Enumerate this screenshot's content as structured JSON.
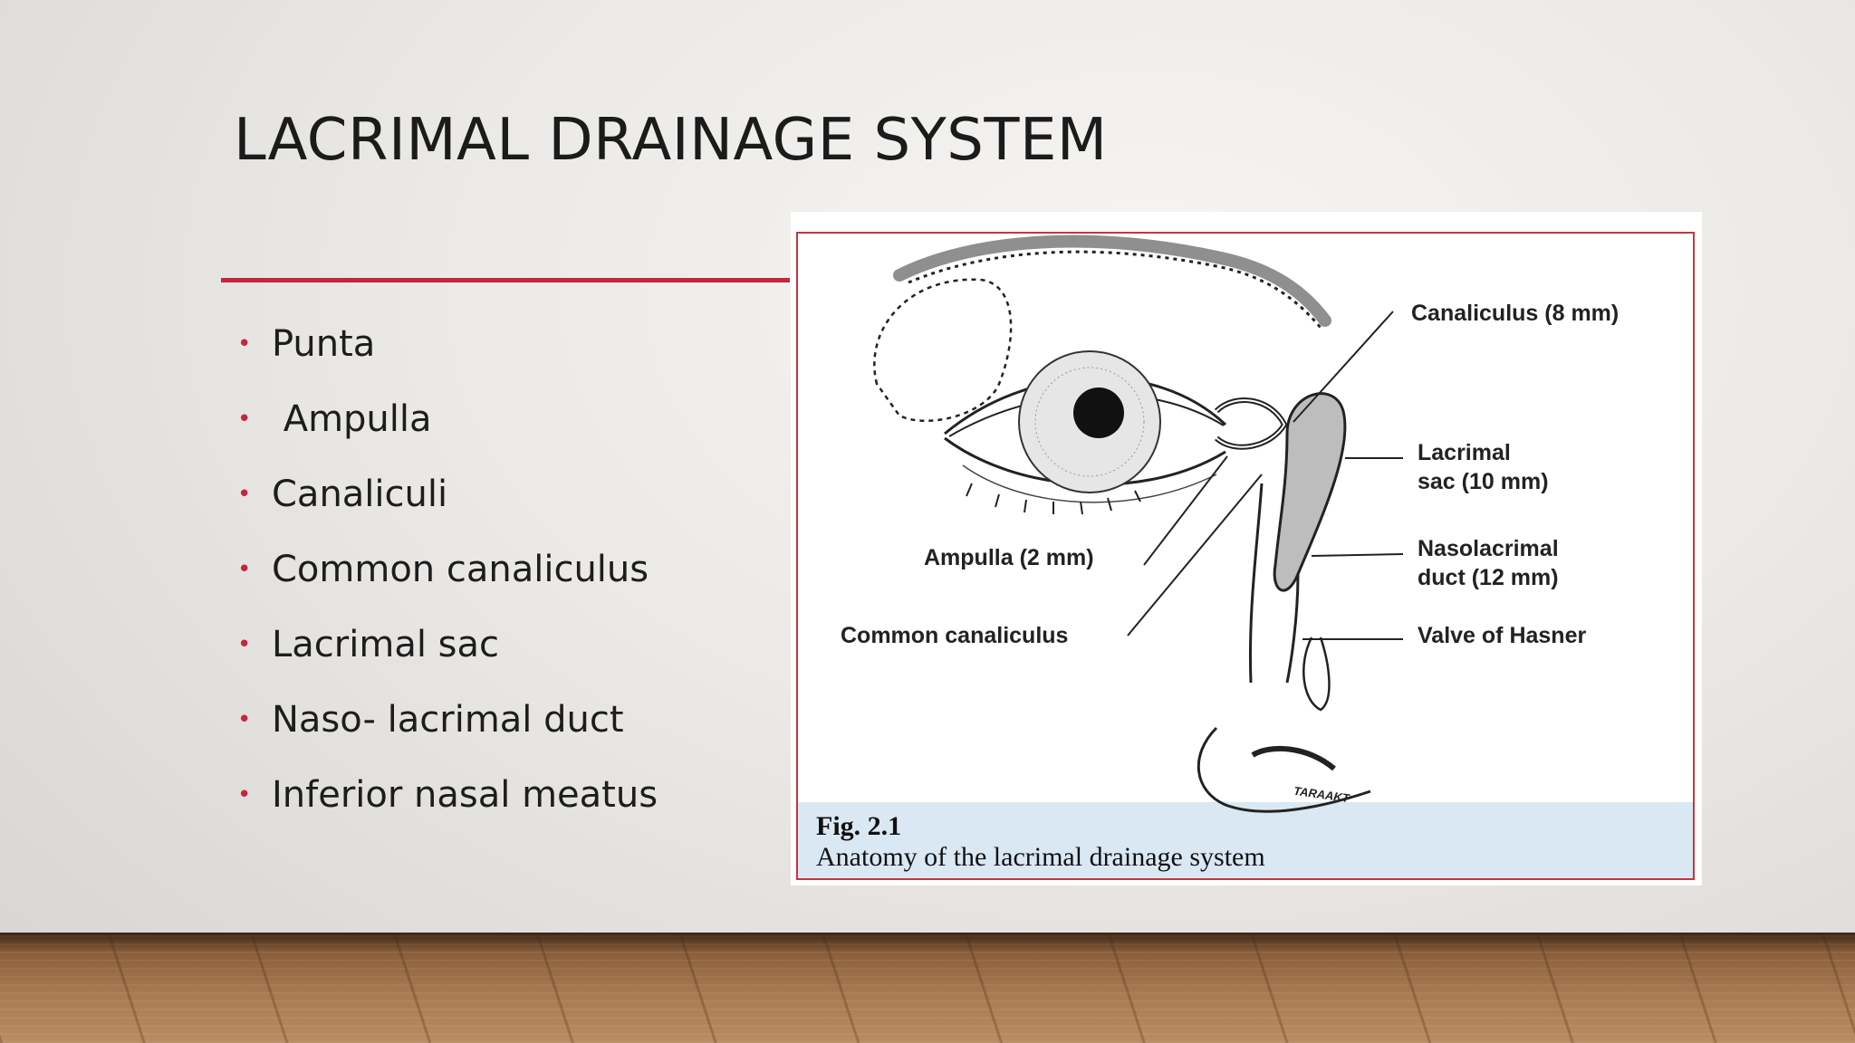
{
  "slide": {
    "title": "LACRIMAL DRAINAGE SYSTEM",
    "bullets": [
      "Punta",
      " Ampulla",
      "Canaliculi",
      "Common canaliculus",
      "Lacrimal sac",
      "Naso- lacrimal duct",
      "Inferior nasal meatus"
    ],
    "bullet_symbol": "•",
    "accent_color": "#c7243f"
  },
  "figure": {
    "labels": {
      "canaliculus": "Canaliculus (8 mm)",
      "lacrimal_sac_1": "Lacrimal",
      "lacrimal_sac_2": "sac (10 mm)",
      "nasolacrimal_1": "Nasolacrimal",
      "nasolacrimal_2": "duct (12 mm)",
      "ampulla": "Ampulla (2 mm)",
      "common_canaliculus": "Common canaliculus",
      "valve": "Valve of Hasner",
      "signature": "TARAAKT"
    },
    "fig_number": "Fig. 2.1",
    "caption": "Anatomy of the lacrimal drainage system",
    "frame_color": "#c8353c",
    "caption_band_color": "#d9e8f3"
  }
}
